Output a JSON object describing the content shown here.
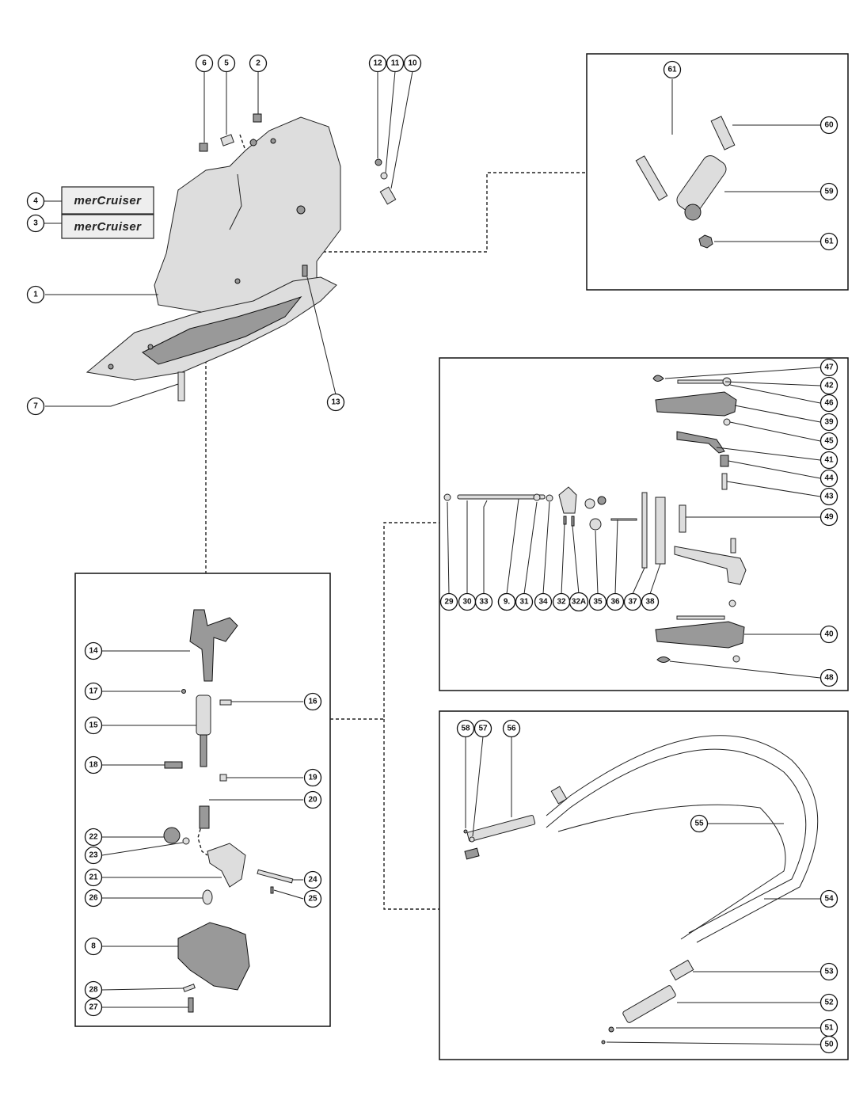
{
  "logos": [
    {
      "id": "logo-4",
      "text": "merCruiser"
    },
    {
      "id": "logo-3",
      "text": "merCruiser"
    }
  ],
  "callouts": [
    {
      "n": "1"
    },
    {
      "n": "2"
    },
    {
      "n": "3"
    },
    {
      "n": "4"
    },
    {
      "n": "5"
    },
    {
      "n": "6"
    },
    {
      "n": "7"
    },
    {
      "n": "8"
    },
    {
      "n": "9"
    },
    {
      "n": "10"
    },
    {
      "n": "11"
    },
    {
      "n": "12"
    },
    {
      "n": "13"
    },
    {
      "n": "14"
    },
    {
      "n": "15"
    },
    {
      "n": "16"
    },
    {
      "n": "17"
    },
    {
      "n": "18"
    },
    {
      "n": "19"
    },
    {
      "n": "20"
    },
    {
      "n": "21"
    },
    {
      "n": "22"
    },
    {
      "n": "23"
    },
    {
      "n": "24"
    },
    {
      "n": "25"
    },
    {
      "n": "26"
    },
    {
      "n": "27"
    },
    {
      "n": "28"
    },
    {
      "n": "29"
    },
    {
      "n": "30"
    },
    {
      "n": "33"
    },
    {
      "n": "9."
    },
    {
      "n": "31"
    },
    {
      "n": "34"
    },
    {
      "n": "32"
    },
    {
      "n": "32A"
    },
    {
      "n": "35"
    },
    {
      "n": "36"
    },
    {
      "n": "37"
    },
    {
      "n": "38"
    },
    {
      "n": "47"
    },
    {
      "n": "42"
    },
    {
      "n": "46"
    },
    {
      "n": "39"
    },
    {
      "n": "45"
    },
    {
      "n": "41"
    },
    {
      "n": "44"
    },
    {
      "n": "43"
    },
    {
      "n": "49"
    },
    {
      "n": "40"
    },
    {
      "n": "48"
    },
    {
      "n": "58"
    },
    {
      "n": "57"
    },
    {
      "n": "56"
    },
    {
      "n": "55"
    },
    {
      "n": "54"
    },
    {
      "n": "53"
    },
    {
      "n": "52"
    },
    {
      "n": "51"
    },
    {
      "n": "50"
    },
    {
      "n": "61"
    },
    {
      "n": "60"
    },
    {
      "n": "59"
    },
    {
      "n": "61"
    }
  ],
  "colors": {
    "line": "#111111",
    "paper": "#ffffff",
    "shade": "#dddddd"
  }
}
